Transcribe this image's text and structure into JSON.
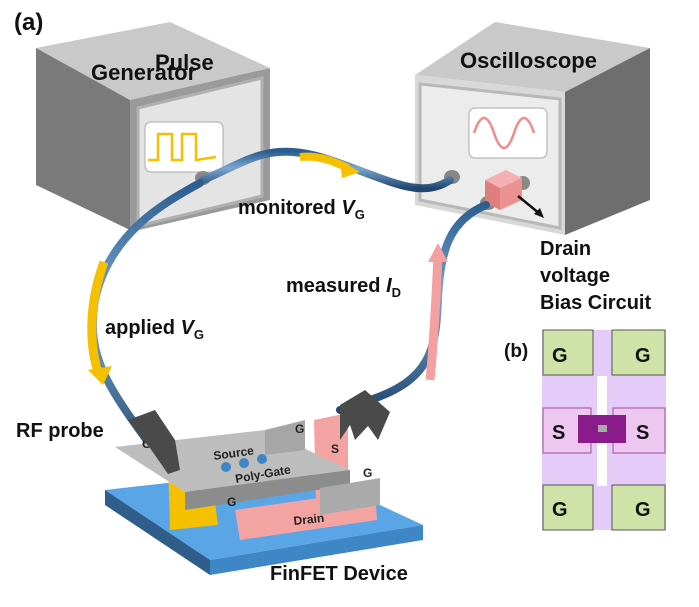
{
  "panel_a": {
    "label": "(a)",
    "pulse_generator": {
      "title_line1": "Pulse",
      "title_line2": "Generator",
      "waveform": "square-wave"
    },
    "oscilloscope": {
      "title": "Oscilloscope",
      "waveform": "sine-wave"
    },
    "monitored": {
      "text": "monitored ",
      "var": "V",
      "sub": "G"
    },
    "applied": {
      "text": "applied ",
      "var": "V",
      "sub": "G"
    },
    "measured": {
      "text": "measured  ",
      "var": "I",
      "sub": "D"
    },
    "bias_circuit": {
      "line1": "Drain",
      "line2": "voltage",
      "line3": "Bias Circuit"
    },
    "rf_probe": "RF probe",
    "device": {
      "title": "FinFET Device",
      "source": "Source",
      "poly_gate": "Poly-Gate",
      "drain": "Drain",
      "pads": [
        "G",
        "G",
        "G",
        "G",
        "S"
      ]
    }
  },
  "panel_b": {
    "label": "(b)",
    "pads": [
      "G",
      "G",
      "S",
      "S",
      "G",
      "G"
    ]
  },
  "colors": {
    "cable": "#3b6fa0",
    "gate_arrow": "#f5c000",
    "drain_arrow": "#f4a0a0",
    "instrument": "#bdbdbd",
    "substrate": "#4f9fe0",
    "drain_block": "#f4a3a3",
    "gate_pad": "#cfe3a8",
    "metal": "#d9b5f5",
    "chip": "#8b1a8b"
  }
}
